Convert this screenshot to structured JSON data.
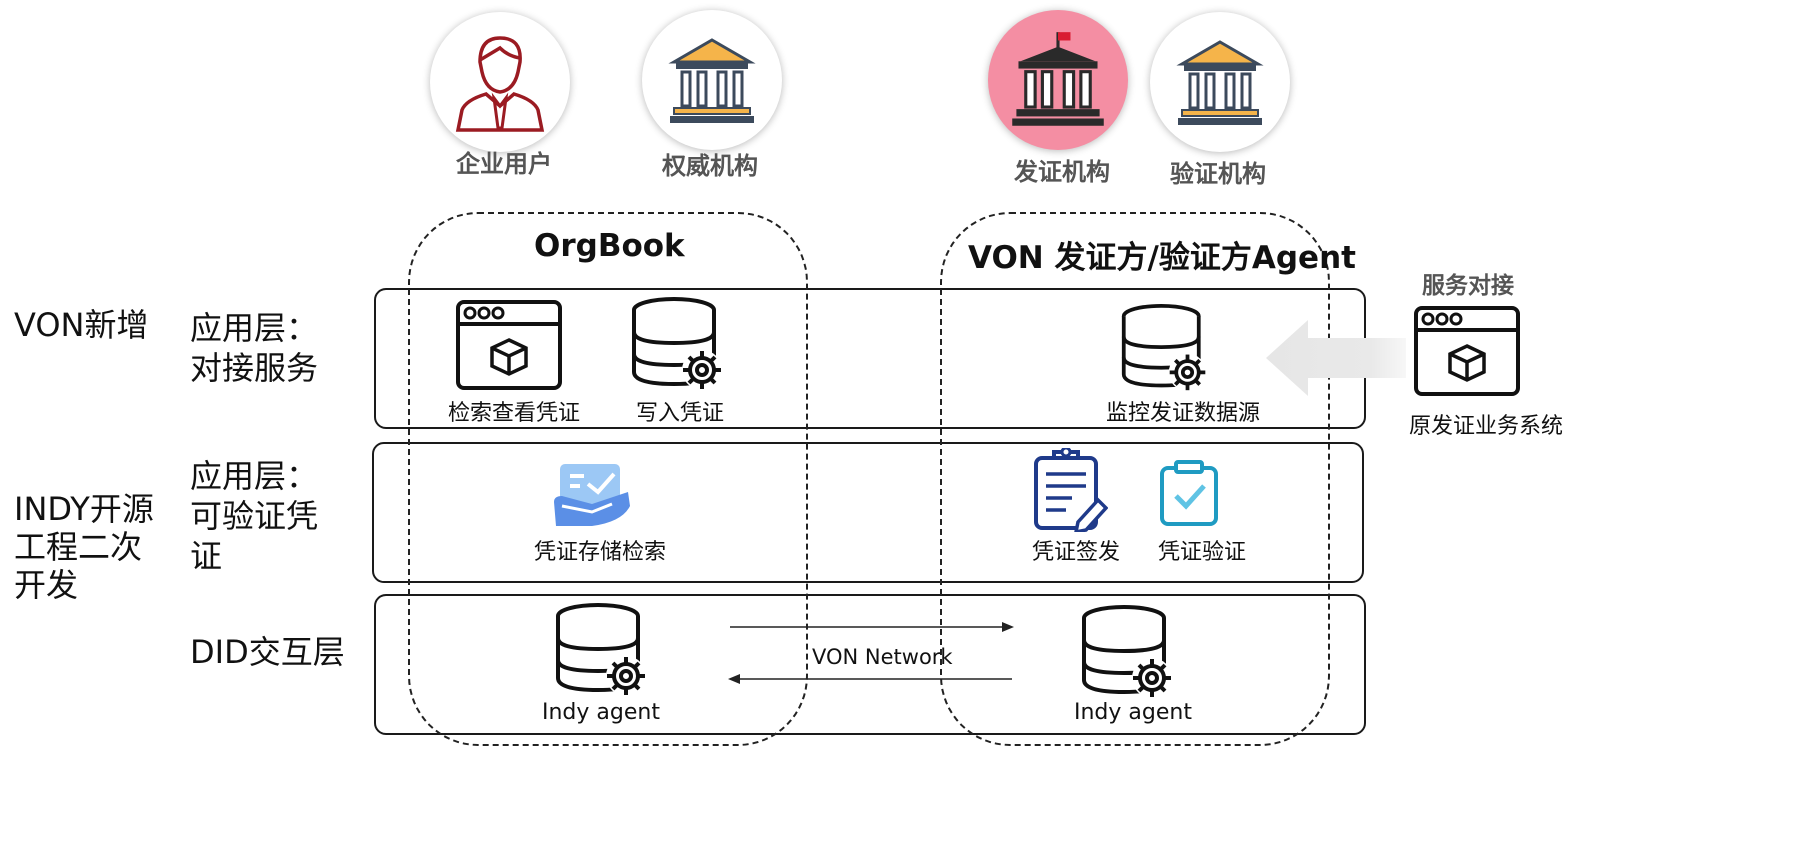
{
  "roles": [
    {
      "label": "企业用户",
      "icon": "user-icon"
    },
    {
      "label": "权威机构",
      "icon": "institution-icon"
    },
    {
      "label": "发证机构",
      "icon": "institution-flag-icon"
    },
    {
      "label": "验证机构",
      "icon": "institution-icon"
    }
  ],
  "groups": {
    "orgbook": "OrgBook",
    "agent": "VON 发证方/验证方Agent"
  },
  "left_labels": {
    "von_new": "VON新增",
    "indy_dev": [
      "INDY开源",
      "工程二次",
      "开发"
    ]
  },
  "layers": {
    "app_integration": [
      "应用层：",
      "对接服务"
    ],
    "app_credential": [
      "应用层：",
      "可验证凭",
      "证"
    ],
    "did": "DID交互层"
  },
  "nodes": {
    "search_view": "检索查看凭证",
    "write": "写入凭证",
    "monitor": "监控发证数据源",
    "storage_search": "凭证存储检索",
    "issue": "凭证签发",
    "verify": "凭证验证",
    "indy_left": "Indy agent",
    "indy_right": "Indy agent",
    "network": "VON Network"
  },
  "external": {
    "title": "服务对接",
    "system": "原发证业务系统"
  },
  "colors": {
    "pink": "#f48ea3",
    "gold": "#f5b44a",
    "slate": "#3c4a5c",
    "dark_red": "#9b1b22",
    "navy": "#1f3a8a",
    "teal": "#1f9bc2",
    "light_blue": "#6fa8f0"
  }
}
